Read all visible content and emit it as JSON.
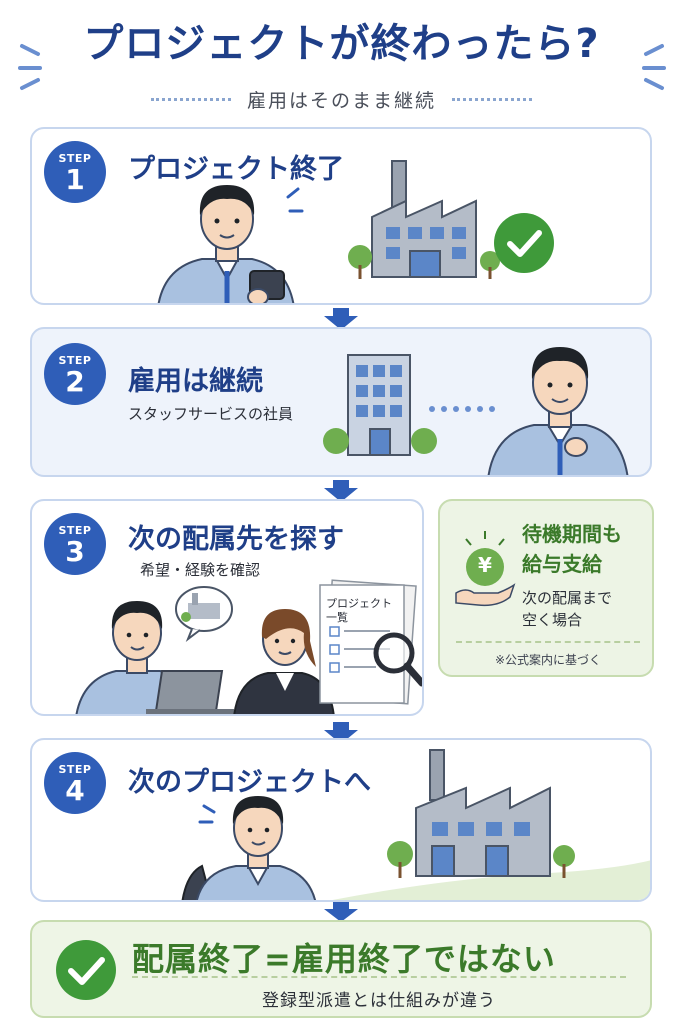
{
  "header": {
    "title": "プロジェクトが終わったら?",
    "subtitle": "雇用はそのまま継続"
  },
  "steps": [
    {
      "badge_label": "STEP",
      "number": "1",
      "title": "プロジェクト終了",
      "subtitle": ""
    },
    {
      "badge_label": "STEP",
      "number": "2",
      "title": "雇用は継続",
      "subtitle": "スタッフサービスの社員"
    },
    {
      "badge_label": "STEP",
      "number": "3",
      "title": "次の配属先を探す",
      "subtitle": "希望・経験を確認"
    },
    {
      "badge_label": "STEP",
      "number": "4",
      "title": "次のプロジェクトへ",
      "subtitle": ""
    }
  ],
  "step3_doc": {
    "line1": "プロジェクト",
    "line2": "一覧"
  },
  "side_note": {
    "title_line1": "待機期間も",
    "title_line2": "給与支給",
    "text_line1": "次の配属まで",
    "text_line2": "空く場合",
    "footnote": "※公式案内に基づく",
    "yen_symbol": "¥"
  },
  "conclusion": {
    "title": "配属終了=雇用終了ではない",
    "subtitle": "登録型派遣とは仕組みが違う"
  },
  "colors": {
    "navy": "#1f3f88",
    "step_blue": "#2f5eb8",
    "green": "#3b7a2a",
    "check_green": "#3f9a3a"
  },
  "icons": [
    "check-icon",
    "factory-icon",
    "office-building-icon",
    "tablet-icon",
    "laptop-icon",
    "magnifier-icon",
    "yen-coin-icon",
    "down-arrow-icon"
  ]
}
